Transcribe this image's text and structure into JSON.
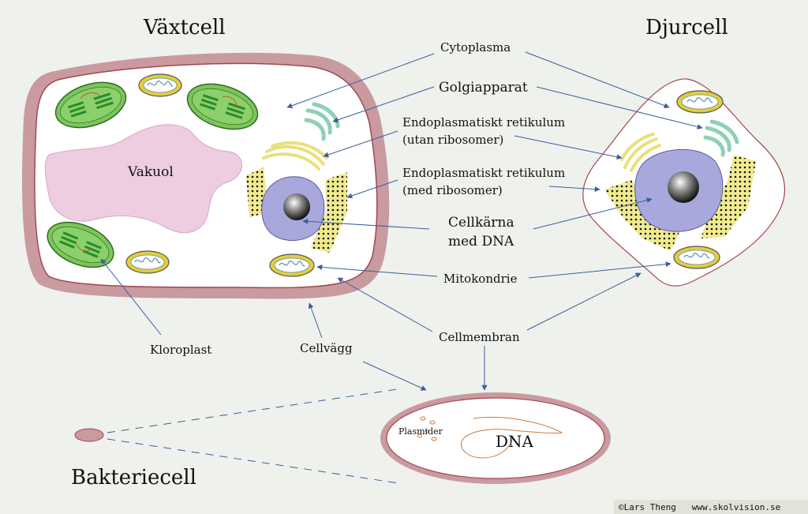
{
  "titles": {
    "plant": "Växtcell",
    "animal": "Djurcell",
    "bacteria": "Bakteriecell"
  },
  "labels": {
    "cytoplasm": "Cytoplasma",
    "golgi": "Golgiapparat",
    "er_smooth_1": "Endoplasmatiskt retikulum",
    "er_smooth_2": "(utan ribosomer)",
    "er_rough_1": "Endoplasmatiskt retikulum",
    "er_rough_2": "(med ribosomer)",
    "nucleus_1": "Cellkärna",
    "nucleus_2": "med DNA",
    "mitochondria": "Mitokondrie",
    "membrane": "Cellmembran",
    "cell_wall": "Cellvägg",
    "chloroplast": "Kloroplast",
    "vacuole": "Vakuol",
    "plasmids": "Plasmider",
    "dna": "DNA"
  },
  "credit": "©Lars Theng   www.skolvision.se",
  "colors": {
    "background": "#eff1ec",
    "cell_wall": "#c99aa0",
    "cell_membrane": "#a0474f",
    "vacuole": "#eecde0",
    "chloroplast": "#7bc55a",
    "mitochondria": "#e3cd3a",
    "nucleus": "#a9a8dc",
    "golgi": "#8fd0b4",
    "er": "#f0ea90",
    "arrow": "#3b5e9e"
  }
}
